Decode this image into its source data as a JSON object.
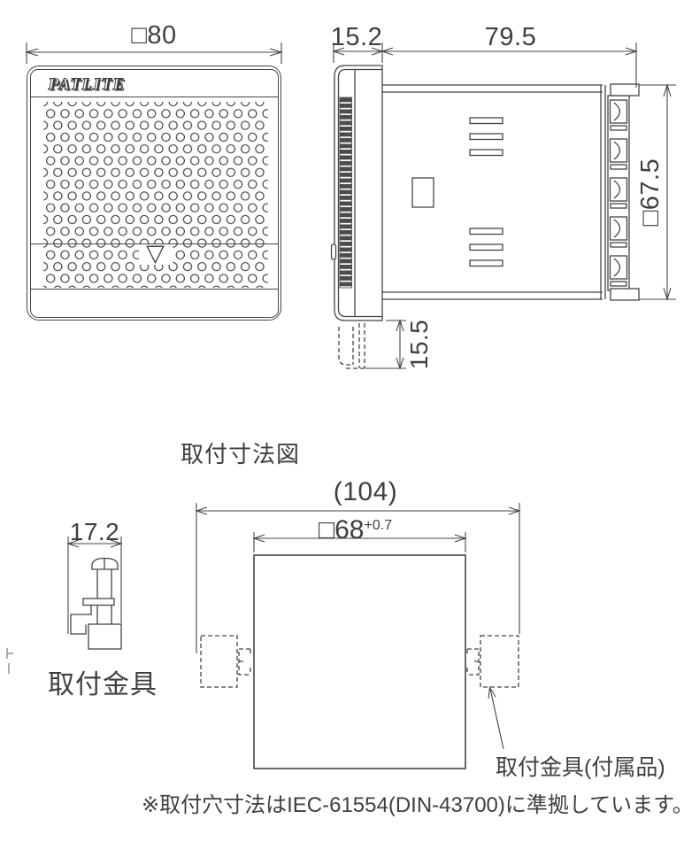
{
  "page": {
    "background": "#ffffff",
    "line_color": "#454545"
  },
  "front_view": {
    "width_dim": "□80",
    "logo": "PATLITE",
    "marker_icon": "▽"
  },
  "side_view": {
    "bezel_depth_dim": "15.2",
    "body_depth_dim": "79.5",
    "height_dim": "□67.5",
    "protrusion_dim": "15.5"
  },
  "mounting": {
    "section_title": "取付寸法図",
    "bracket": {
      "width_dim": "17.2",
      "label": "取付金具"
    },
    "cutout": {
      "overall_width_dim": "(104)",
      "hole_dim": "□68",
      "hole_tolerance": "+0.7",
      "bracket_label": "取付金具(付属品)",
      "note": "※取付穴寸法はIEC-61554(DIN-43700)に準拠しています。"
    }
  }
}
